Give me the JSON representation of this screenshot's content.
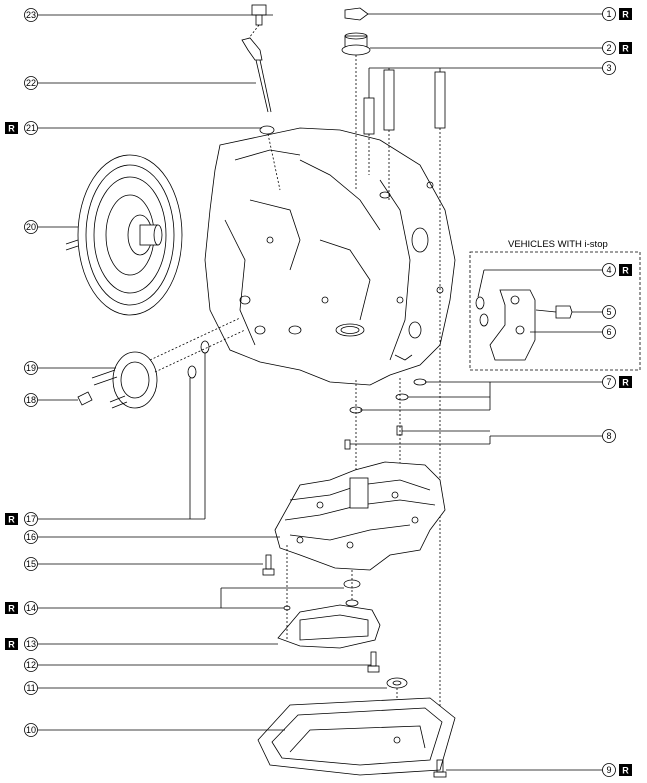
{
  "diagram": {
    "inset_title": "VEHICLES WITH i-stop",
    "replace_mark": "R",
    "callouts": [
      {
        "id": "c1",
        "num": "1",
        "replace": true
      },
      {
        "id": "c2",
        "num": "2",
        "replace": true
      },
      {
        "id": "c3",
        "num": "3",
        "replace": false
      },
      {
        "id": "c4",
        "num": "4",
        "replace": true
      },
      {
        "id": "c5",
        "num": "5",
        "replace": false
      },
      {
        "id": "c6",
        "num": "6",
        "replace": false
      },
      {
        "id": "c7",
        "num": "7",
        "replace": true
      },
      {
        "id": "c8",
        "num": "8",
        "replace": false
      },
      {
        "id": "c9",
        "num": "9",
        "replace": true
      },
      {
        "id": "c10",
        "num": "10",
        "replace": false
      },
      {
        "id": "c11",
        "num": "11",
        "replace": false
      },
      {
        "id": "c12",
        "num": "12",
        "replace": false
      },
      {
        "id": "c13",
        "num": "13",
        "replace": true
      },
      {
        "id": "c14",
        "num": "14",
        "replace": true
      },
      {
        "id": "c15",
        "num": "15",
        "replace": false
      },
      {
        "id": "c16",
        "num": "16",
        "replace": false
      },
      {
        "id": "c17",
        "num": "17",
        "replace": true
      },
      {
        "id": "c18",
        "num": "18",
        "replace": false
      },
      {
        "id": "c19",
        "num": "19",
        "replace": false
      },
      {
        "id": "c20",
        "num": "20",
        "replace": false
      },
      {
        "id": "c21",
        "num": "21",
        "replace": true
      },
      {
        "id": "c22",
        "num": "22",
        "replace": false
      },
      {
        "id": "c23",
        "num": "23",
        "replace": false
      }
    ]
  }
}
